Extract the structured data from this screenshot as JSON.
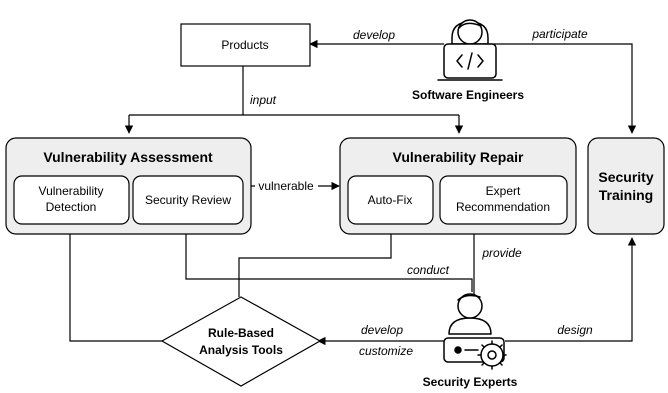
{
  "nodes": {
    "products": "Products",
    "software_engineers": "Software Engineers",
    "vulnerability_assessment": "Vulnerability Assessment",
    "vulnerability_detection_line1": "Vulnerability",
    "vulnerability_detection_line2": "Detection",
    "security_review": "Security Review",
    "vulnerability_repair": "Vulnerability Repair",
    "auto_fix": "Auto-Fix",
    "expert_recommendation_line1": "Expert",
    "expert_recommendation_line2": "Recommendation",
    "security_training_line1": "Security",
    "security_training_line2": "Training",
    "rule_based_line1": "Rule-Based",
    "rule_based_line2": "Analysis Tools",
    "security_experts": "Security Experts"
  },
  "edges": {
    "develop_top": "develop",
    "participate": "participate",
    "input": "input",
    "vulnerable": "vulnerable",
    "provide": "provide",
    "conduct": "conduct",
    "develop_bottom": "develop",
    "customize": "customize",
    "design": "design"
  },
  "icons": {
    "engineer": "software-engineer-icon",
    "expert": "security-expert-icon"
  },
  "colors": {
    "group_fill": "#eeeeee",
    "box_fill": "#ffffff",
    "stroke": "#000000"
  }
}
